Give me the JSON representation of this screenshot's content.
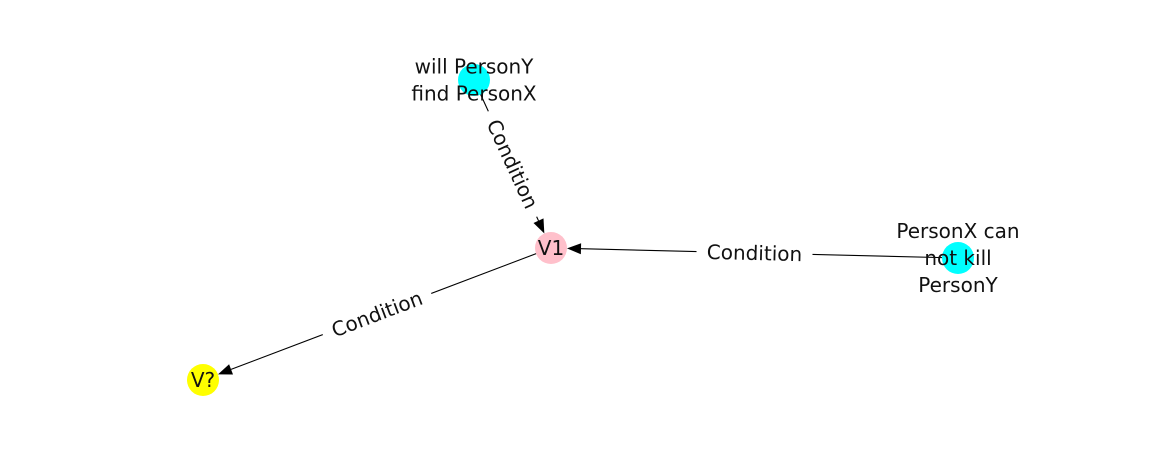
{
  "nodes": [
    {
      "id": "n_find",
      "label_lines": [
        "will PersonY",
        "find PersonX"
      ],
      "color": "#00ffff"
    },
    {
      "id": "n_v1",
      "label_lines": [
        "V1"
      ],
      "color": "#ffc0cb"
    },
    {
      "id": "n_kill",
      "label_lines": [
        "PersonX can",
        "not kill",
        "PersonY"
      ],
      "color": "#00ffff"
    },
    {
      "id": "n_vq",
      "label_lines": [
        "V?"
      ],
      "color": "#ffff00"
    }
  ],
  "edges": [
    {
      "from": "n_find",
      "to": "n_v1",
      "label": "Condition"
    },
    {
      "from": "n_kill",
      "to": "n_v1",
      "label": "Condition"
    },
    {
      "from": "n_v1",
      "to": "n_vq",
      "label": "Condition"
    }
  ]
}
